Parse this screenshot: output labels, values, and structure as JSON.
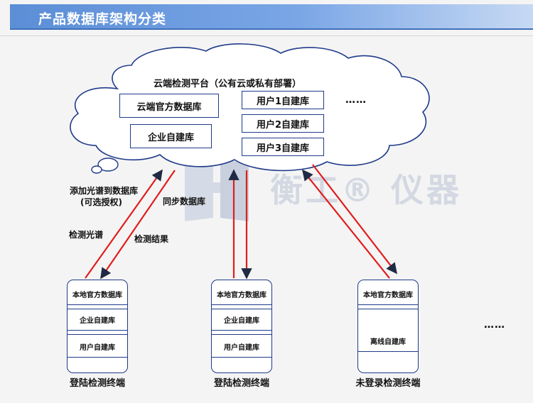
{
  "page": {
    "title": "产品数据库架构分类"
  },
  "cloud": {
    "title": "云端检测平台（公有云或私有部署）",
    "official_db": "云端官方数据库",
    "enterprise_db": "企业自建库",
    "user_dbs": [
      "用户1自建库",
      "用户2自建库",
      "用户3自建库"
    ],
    "more": "……"
  },
  "arrows": {
    "add_spectrum": "添加光谱到数据库",
    "optional_auth": "(可选授权)",
    "sync_db": "同步数据库",
    "detect_spectrum": "检测光谱",
    "detect_result": "检测结果"
  },
  "terminals": [
    {
      "rows": [
        "本地官方数据库",
        "企业自建库",
        "用户自建库"
      ],
      "label": "登陆检测终端"
    },
    {
      "rows": [
        "本地官方数据库",
        "企业自建库",
        "用户自建库"
      ],
      "label": "登陆检测终端"
    },
    {
      "rows": [
        "本地官方数据库",
        "离线自建库"
      ],
      "label": "未登录检测终端"
    }
  ],
  "more_terminals": "……",
  "watermark": {
    "text": "衡工® 仪器"
  },
  "colors": {
    "arrow": "#e11d1d",
    "box_border": "#1f3a8a",
    "title_bg": "#5b8ed6",
    "cloud_stroke": "#1f3a8a"
  }
}
